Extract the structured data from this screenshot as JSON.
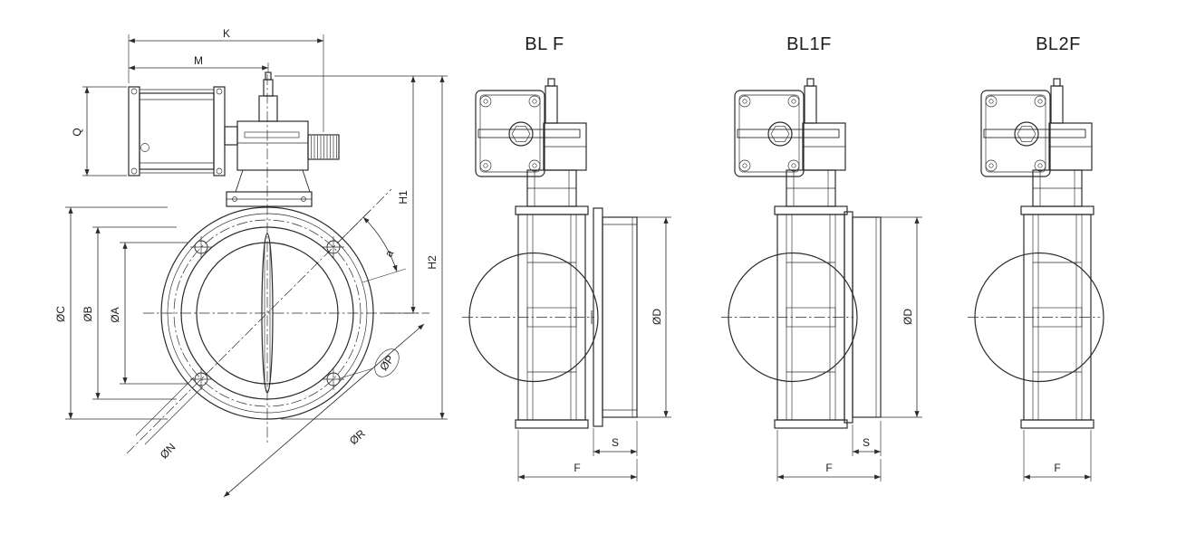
{
  "drawing": {
    "front": {
      "dims": {
        "K": "K",
        "M": "M",
        "Q": "Q",
        "H1": "H1",
        "H2": "H2",
        "phiC": "ØC",
        "phiB": "ØB",
        "phiA": "ØA",
        "phiP": "ØP",
        "phiN": "ØN",
        "phiR": "ØR",
        "a": "a"
      }
    },
    "views": [
      {
        "title": "BL F",
        "dims": {
          "phiD": "ØD",
          "S": "S",
          "F": "F"
        }
      },
      {
        "title": "BL1F",
        "dims": {
          "phiD": "ØD",
          "S": "S",
          "F": "F"
        }
      },
      {
        "title": "BL2F",
        "dims": {
          "F": "F"
        }
      }
    ],
    "colors": {
      "line": "#2b2b2b",
      "background": "#ffffff"
    }
  }
}
